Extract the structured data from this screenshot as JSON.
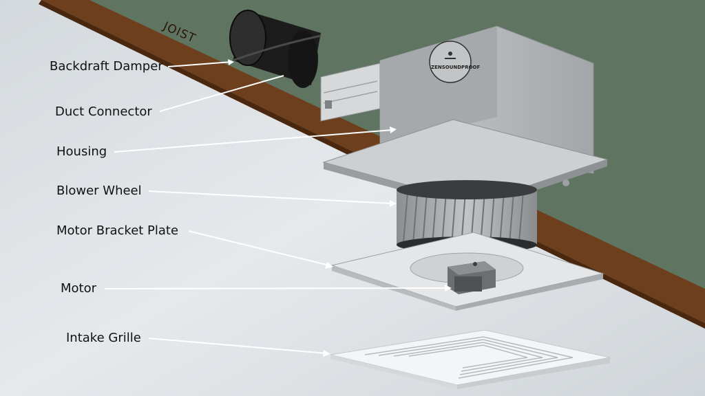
{
  "joist_label": "JOIST",
  "brand_label": "ZENSOUNDPROOF",
  "colors": {
    "wall": "#5f7562",
    "ceiling": "#dfe3e6",
    "joist": "#6e3f1c",
    "housing": "#b9bbbd",
    "leader_line": "#ffffff",
    "label_text": "#111111"
  },
  "components": [
    {
      "id": "backdraft-damper",
      "label": "Backdraft Damper"
    },
    {
      "id": "duct-connector",
      "label": "Duct Connector"
    },
    {
      "id": "housing",
      "label": "Housing"
    },
    {
      "id": "blower-wheel",
      "label": "Blower Wheel"
    },
    {
      "id": "motor-bracket-plate",
      "label": "Motor Bracket Plate"
    },
    {
      "id": "motor",
      "label": "Motor"
    },
    {
      "id": "intake-grille",
      "label": "Intake Grille"
    }
  ]
}
